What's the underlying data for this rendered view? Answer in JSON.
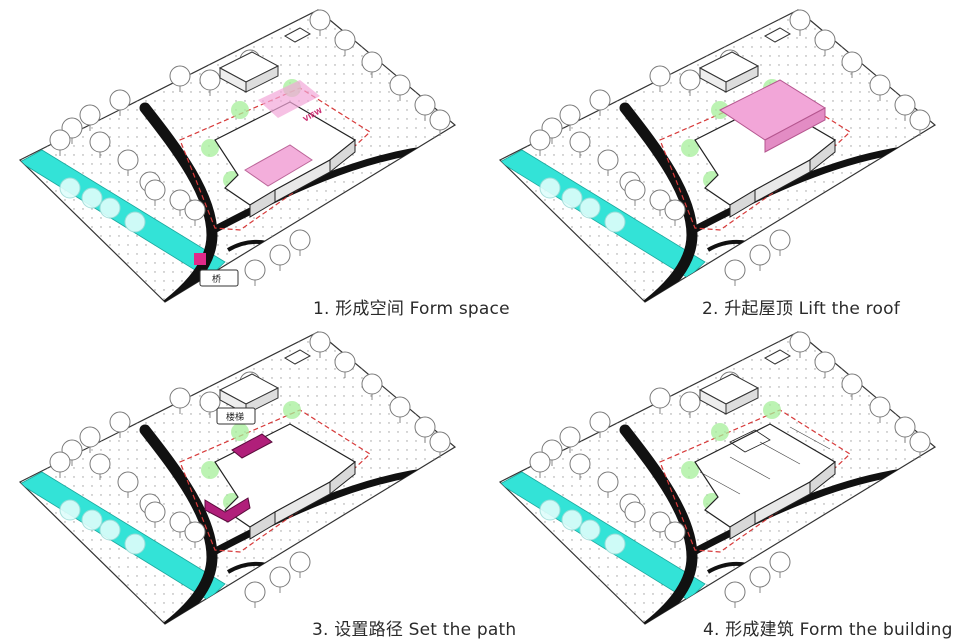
{
  "panels": [
    {
      "caption": "1. 形成空间 Form space",
      "tag": "桥",
      "view_label": "VIEW"
    },
    {
      "caption": "2. 升起屋顶 Lift the roof"
    },
    {
      "caption": "3. 设置路径 Set the path",
      "tag": "楼梯"
    },
    {
      "caption": "4. 形成建筑 Form the building"
    }
  ],
  "colors": {
    "river": "#33e3d7",
    "road": "#111111",
    "tree_canopy": "#a6ef9a",
    "roof_pink": "#f2a6d8",
    "path_magenta": "#b01f7a",
    "boundary": "#d73a3a"
  }
}
